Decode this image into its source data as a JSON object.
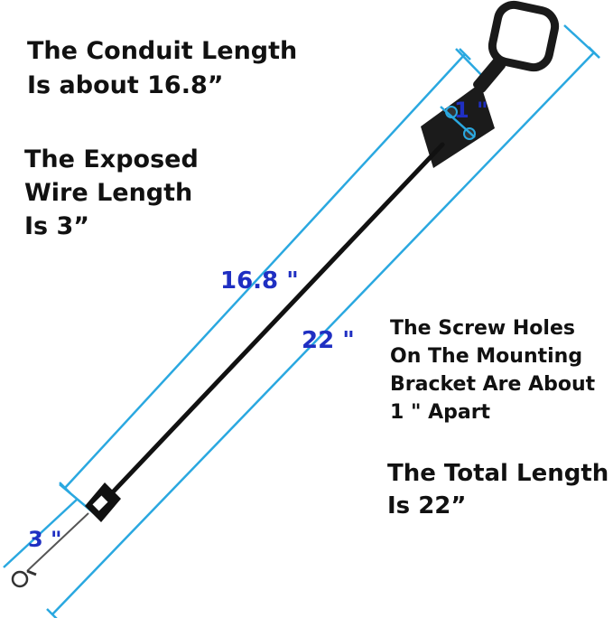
{
  "annotations": {
    "conduit": "The Conduit Length\nIs about 16.8”",
    "exposed": "The Exposed\nWire Length\nIs 3”",
    "screw": "The Screw Holes\nOn The Mounting\nBracket Are About\n1 \" Apart",
    "total": "The Total Length\nIs 22”"
  },
  "dimensions": {
    "conduit": "16.8 \"",
    "total": "22 \"",
    "holes": "1 \"",
    "exposed": "3 \""
  },
  "colors": {
    "dimension": "#1f2fc2",
    "guide": "#2aa8e0",
    "cable": "#111111"
  }
}
